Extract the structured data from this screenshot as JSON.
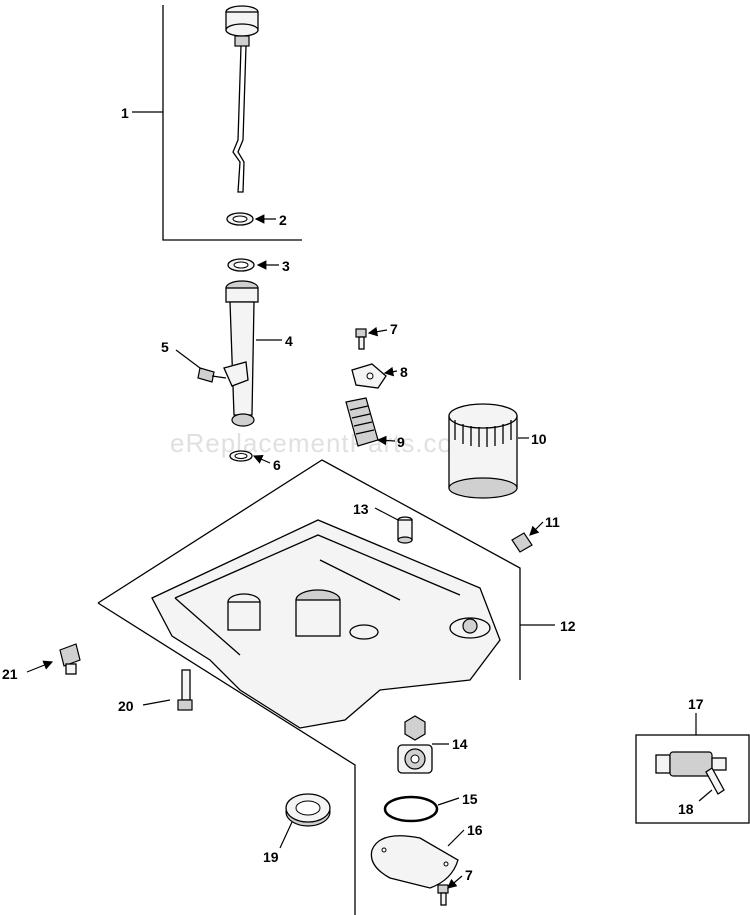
{
  "watermark": "eReplacementParts.com",
  "callouts": {
    "c1": "1",
    "c2": "2",
    "c3": "3",
    "c4": "4",
    "c5": "5",
    "c6": "6",
    "c7a": "7",
    "c7b": "7",
    "c8": "8",
    "c9": "9",
    "c10": "10",
    "c11": "11",
    "c12": "12",
    "c13": "13",
    "c14": "14",
    "c15": "15",
    "c16": "16",
    "c17": "17",
    "c18": "18",
    "c19": "19",
    "c20": "20",
    "c21": "21"
  }
}
